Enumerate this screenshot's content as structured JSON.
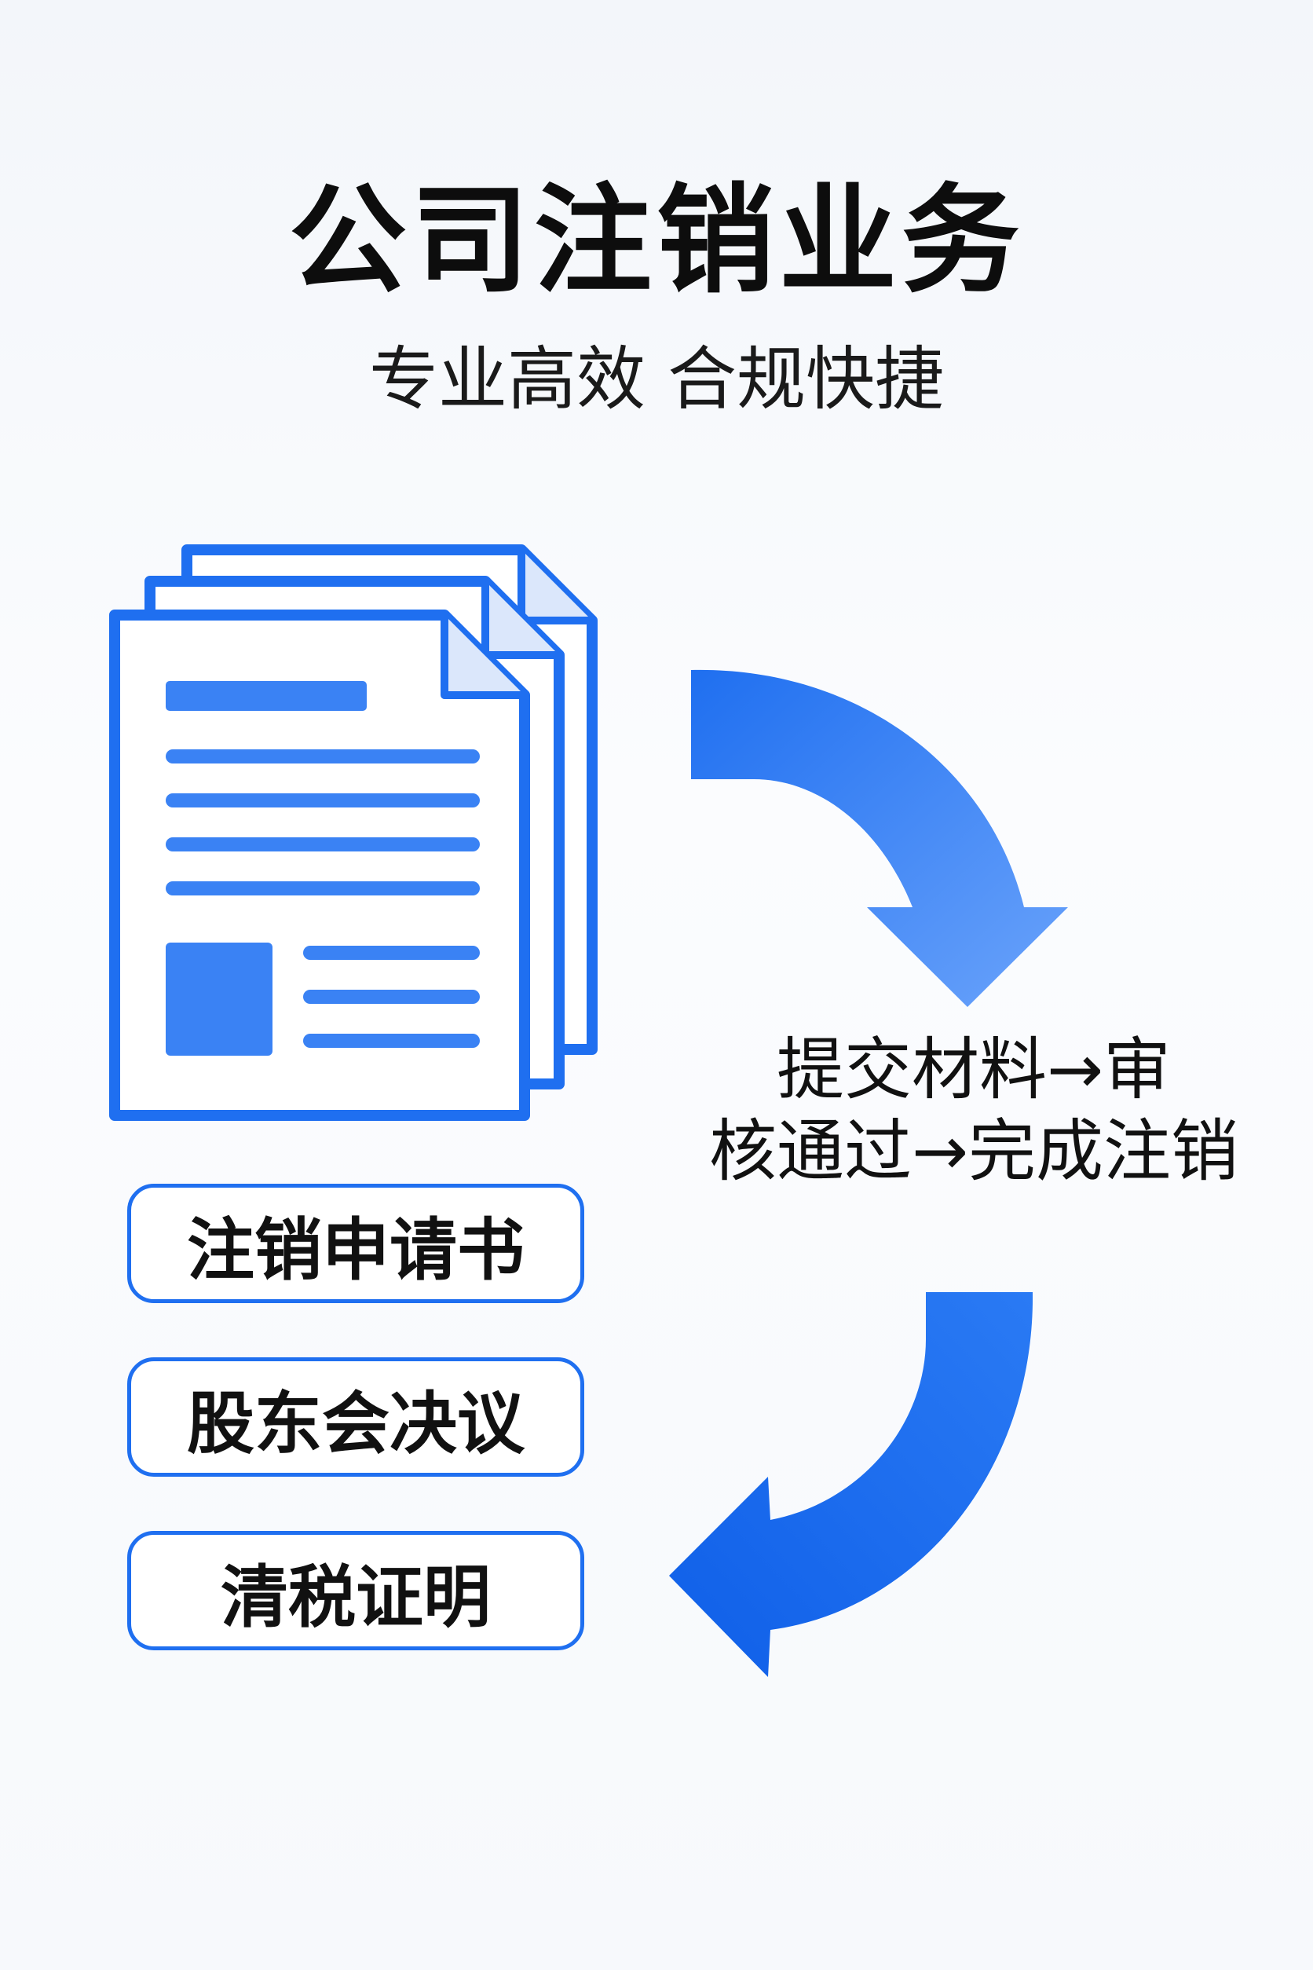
{
  "title": "公司注销业务",
  "subtitle": "专业高效 合规快捷",
  "flow_text": {
    "line1": "提交材料→审",
    "line2": "核通过→完成注销"
  },
  "documents": [
    {
      "label": "注销申请书"
    },
    {
      "label": "股东会决议"
    },
    {
      "label": "清税证明"
    }
  ],
  "colors": {
    "accent": "#1f6ff0",
    "accent_light": "#5b9bfa"
  }
}
